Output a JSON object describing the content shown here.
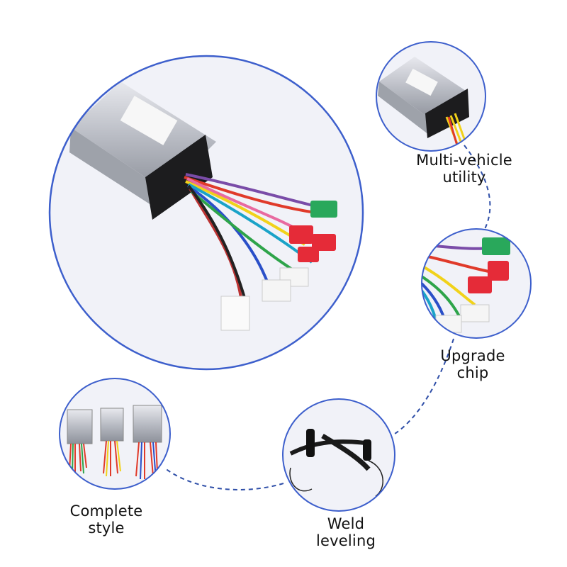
{
  "accent_color": "#3d5fcc",
  "features": [
    {
      "line1": "Multi-vehicle",
      "line2": "utility",
      "image": "controller-close-up"
    },
    {
      "line1": "Upgrade",
      "line2": "chip",
      "image": "wire-connectors"
    },
    {
      "line1": "Weld",
      "line2": "leveling",
      "image": "brake-lever"
    },
    {
      "line1": "Complete",
      "line2": "style",
      "image": "three-controllers"
    }
  ],
  "main_image": "motor-controller-with-wires"
}
